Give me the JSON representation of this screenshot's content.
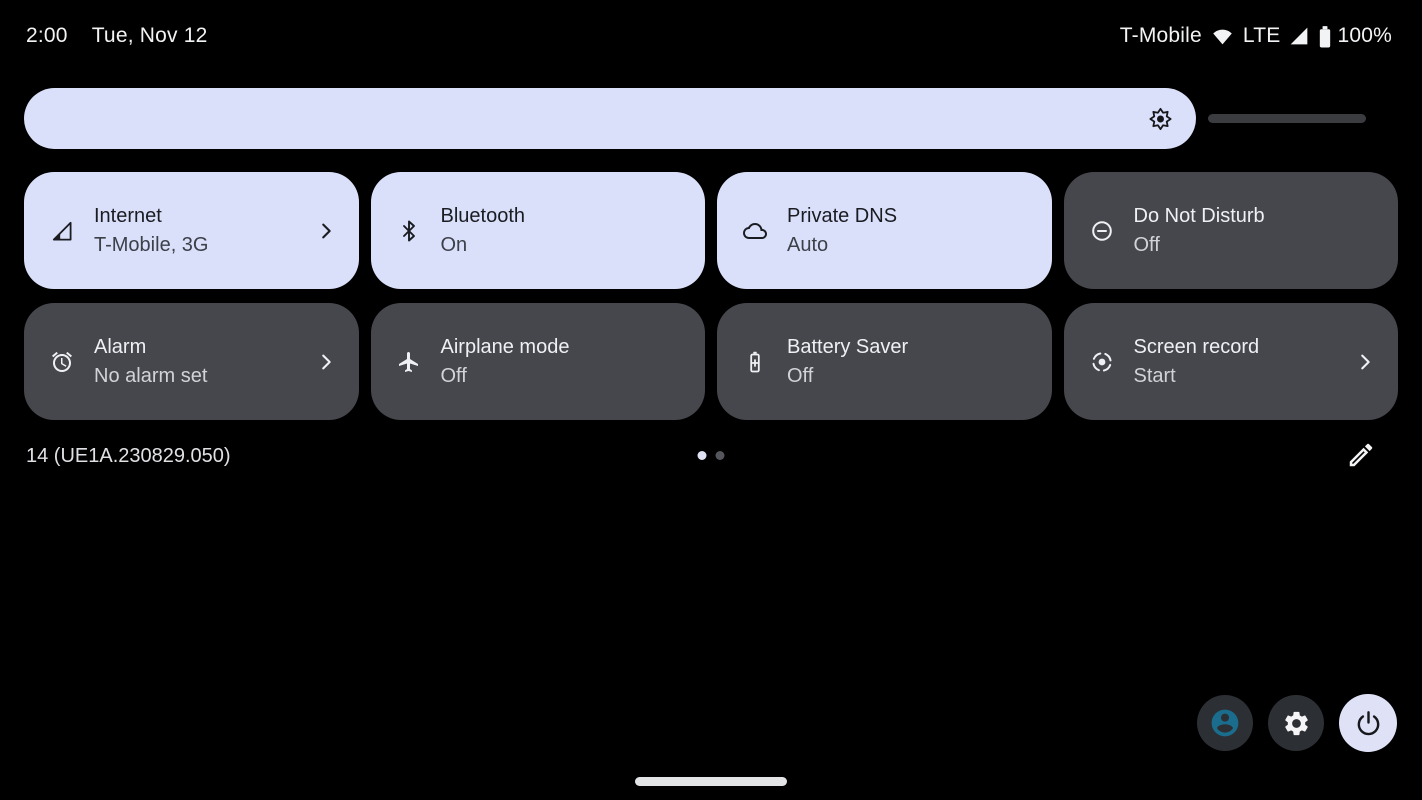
{
  "status_bar": {
    "time": "2:00",
    "date": "Tue, Nov 12",
    "carrier": "T-Mobile",
    "network_type": "LTE",
    "battery_level": "100%"
  },
  "brightness_slider": {
    "value_fraction": 0.873
  },
  "quick_tiles": [
    {
      "name": "internet",
      "icon": "icon-signal-partial",
      "title": "Internet",
      "subtitle": "T-Mobile, 3G",
      "active": true,
      "chevron": true
    },
    {
      "name": "bluetooth",
      "icon": "icon-bluetooth",
      "title": "Bluetooth",
      "subtitle": "On",
      "active": true,
      "chevron": false
    },
    {
      "name": "private-dns",
      "icon": "icon-cloud",
      "title": "Private DNS",
      "subtitle": "Auto",
      "active": true,
      "chevron": false
    },
    {
      "name": "do-not-disturb",
      "icon": "icon-dnd",
      "title": "Do Not Disturb",
      "subtitle": "Off",
      "active": false,
      "chevron": false
    },
    {
      "name": "alarm",
      "icon": "icon-alarm",
      "title": "Alarm",
      "subtitle": "No alarm set",
      "active": false,
      "chevron": true
    },
    {
      "name": "airplane-mode",
      "icon": "icon-airplane",
      "title": "Airplane mode",
      "subtitle": "Off",
      "active": false,
      "chevron": false
    },
    {
      "name": "battery-saver",
      "icon": "icon-battery-saver",
      "title": "Battery Saver",
      "subtitle": "Off",
      "active": false,
      "chevron": false
    },
    {
      "name": "screen-record",
      "icon": "icon-screen-record",
      "title": "Screen record",
      "subtitle": "Start",
      "active": false,
      "chevron": true
    }
  ],
  "footer": {
    "build_number": "14 (UE1A.230829.050)",
    "pages": 2,
    "current_page": 1
  },
  "colors": {
    "tile_active_bg": "#dbe0fa",
    "tile_inactive_bg": "#46474c",
    "active_text": "#1a1c22",
    "inactive_text": "#eff0f4",
    "user_icon_accent": "#1b6d8d",
    "power_button_bg": "#dfe2f7",
    "brightness_fill": "#dbe0fa",
    "brightness_track": "#3a3c40"
  }
}
